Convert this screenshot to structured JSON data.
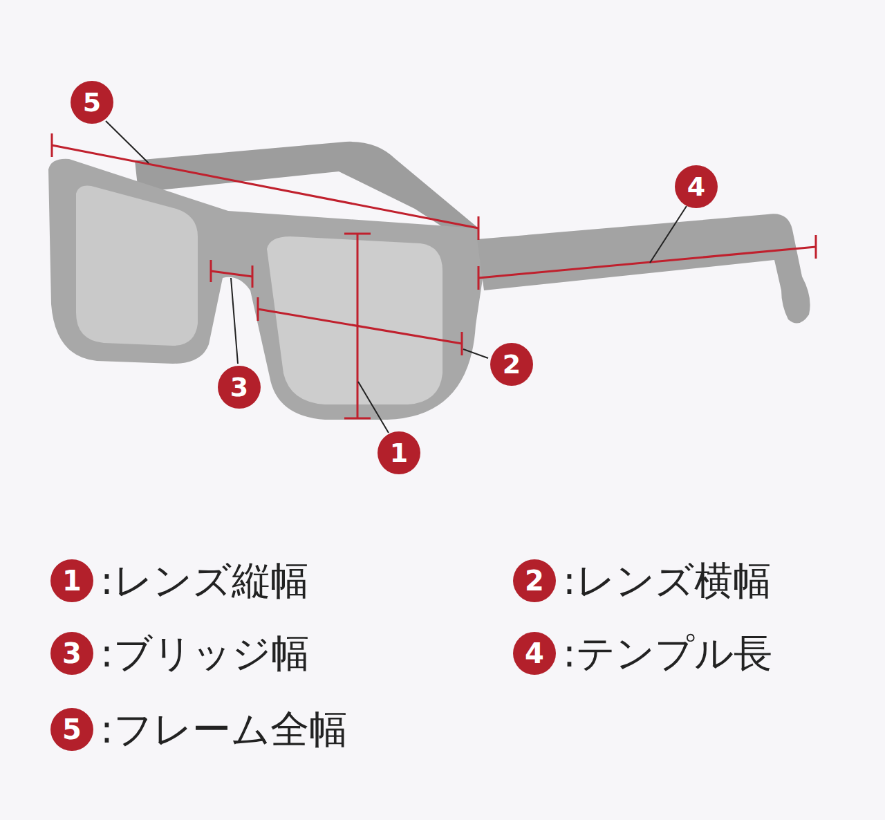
{
  "diagram": {
    "labels": [
      "5",
      "4",
      "2",
      "3",
      "1",
      "1",
      ":レンズ縦幅",
      "2",
      ":レンズ横幅",
      "3",
      ":ブリッジ幅",
      "4",
      ":テンプル長",
      "5",
      ":フレーム全幅"
    ]
  }
}
